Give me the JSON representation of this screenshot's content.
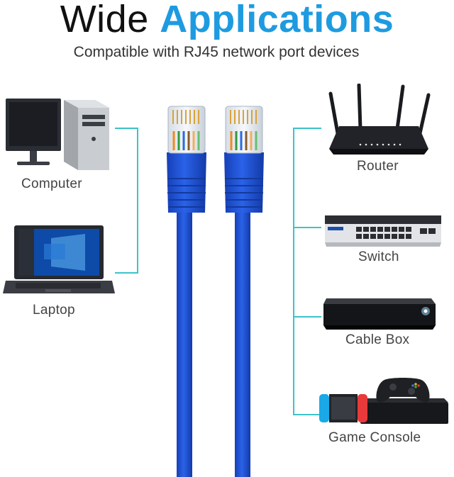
{
  "title": {
    "part1": "Wide",
    "part2": "Applications"
  },
  "subtitle": "Compatible with RJ45 network port devices",
  "devices_left": [
    {
      "label": "Computer",
      "icon": "desktop-computer-icon"
    },
    {
      "label": "Laptop",
      "icon": "laptop-icon"
    }
  ],
  "devices_right": [
    {
      "label": "Router",
      "icon": "router-icon"
    },
    {
      "label": "Switch",
      "icon": "network-switch-icon"
    },
    {
      "label": "Cable Box",
      "icon": "cable-box-icon"
    },
    {
      "label": "Game Console",
      "icon": "game-console-icon"
    }
  ],
  "colors": {
    "accent": "#1e9be0",
    "cable": "#1a4fd0",
    "connector_line": "#3cc3c9"
  }
}
